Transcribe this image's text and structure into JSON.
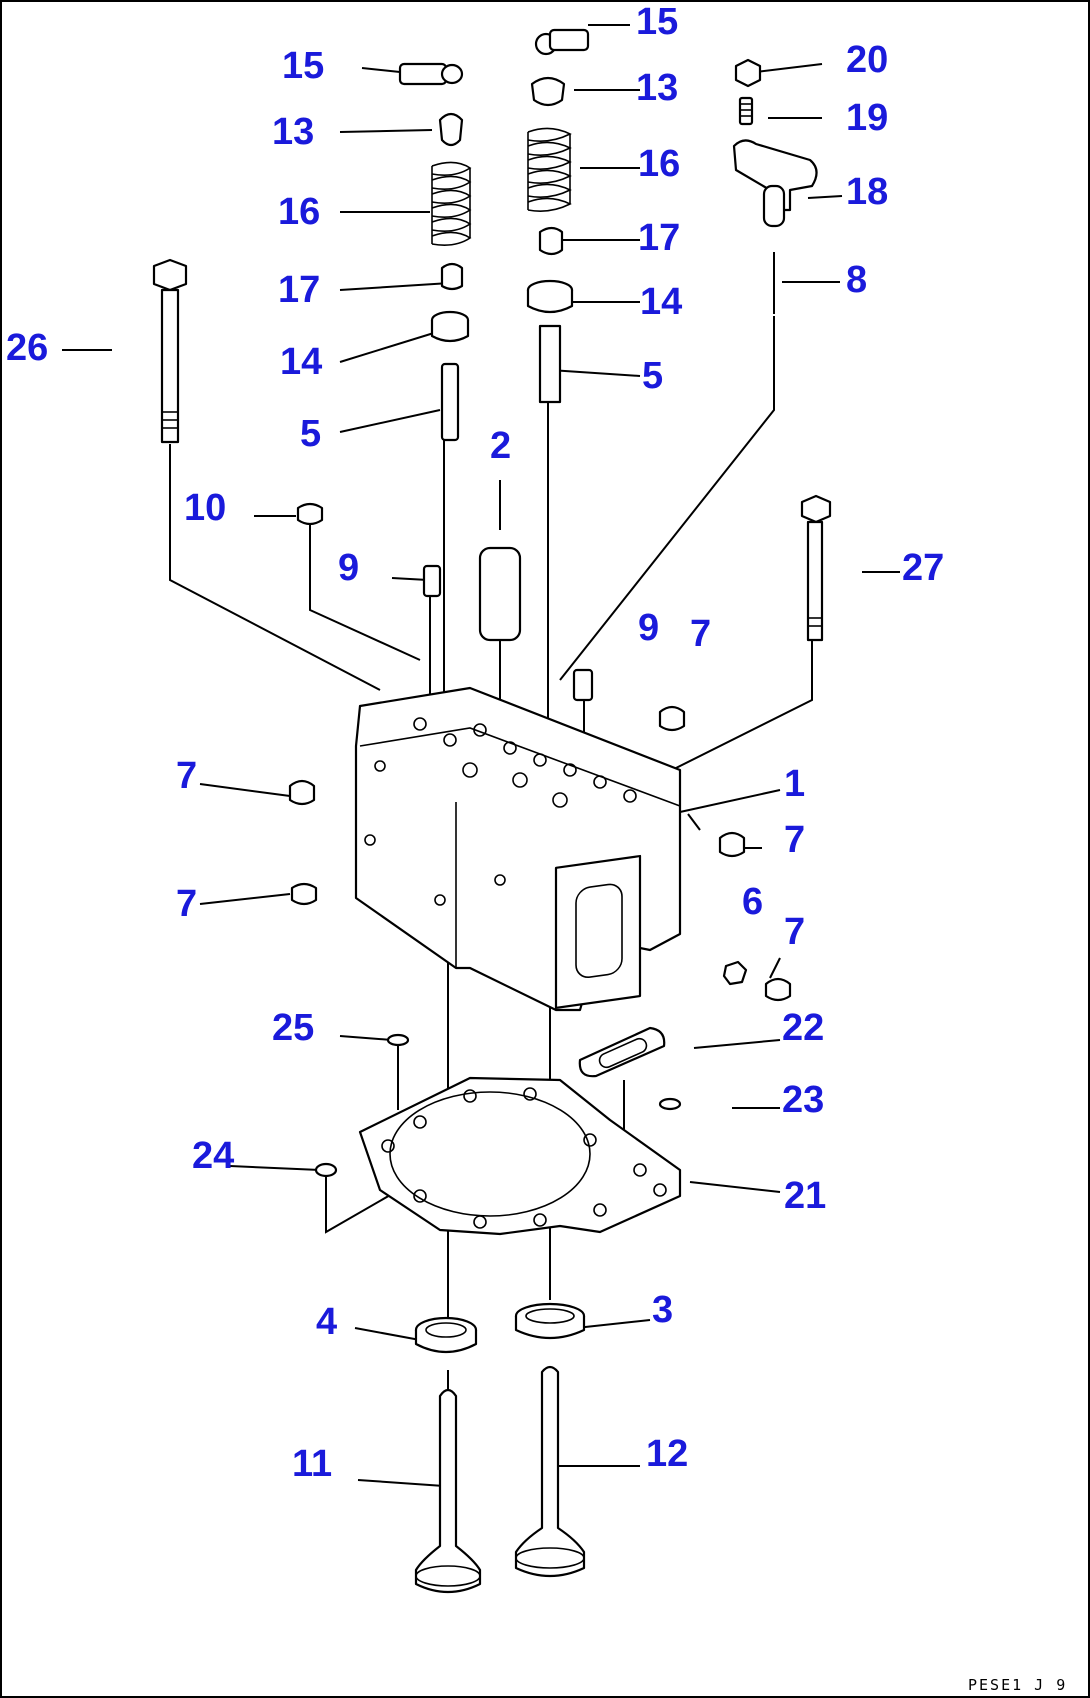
{
  "diagram": {
    "title": "",
    "drawing_code": "PESE1 J 9",
    "callouts": [
      {
        "id": "c15a",
        "label": "15"
      },
      {
        "id": "c15b",
        "label": "15"
      },
      {
        "id": "c13a",
        "label": "13"
      },
      {
        "id": "c13b",
        "label": "13"
      },
      {
        "id": "c16a",
        "label": "16"
      },
      {
        "id": "c16b",
        "label": "16"
      },
      {
        "id": "c17a",
        "label": "17"
      },
      {
        "id": "c17b",
        "label": "17"
      },
      {
        "id": "c14a",
        "label": "14"
      },
      {
        "id": "c14b",
        "label": "14"
      },
      {
        "id": "c5a",
        "label": "5"
      },
      {
        "id": "c5b",
        "label": "5"
      },
      {
        "id": "c20",
        "label": "20"
      },
      {
        "id": "c19",
        "label": "19"
      },
      {
        "id": "c18",
        "label": "18"
      },
      {
        "id": "c8",
        "label": "8"
      },
      {
        "id": "c26",
        "label": "26"
      },
      {
        "id": "c2",
        "label": "2"
      },
      {
        "id": "c10",
        "label": "10"
      },
      {
        "id": "c9a",
        "label": "9"
      },
      {
        "id": "c9b",
        "label": "9"
      },
      {
        "id": "c27",
        "label": "27"
      },
      {
        "id": "c7a",
        "label": "7"
      },
      {
        "id": "c7b",
        "label": "7"
      },
      {
        "id": "c7c",
        "label": "7"
      },
      {
        "id": "c7d",
        "label": "7"
      },
      {
        "id": "c7e",
        "label": "7"
      },
      {
        "id": "c1",
        "label": "1"
      },
      {
        "id": "c6",
        "label": "6"
      },
      {
        "id": "c25",
        "label": "25"
      },
      {
        "id": "c22",
        "label": "22"
      },
      {
        "id": "c23",
        "label": "23"
      },
      {
        "id": "c24",
        "label": "24"
      },
      {
        "id": "c21",
        "label": "21"
      },
      {
        "id": "c4",
        "label": "4"
      },
      {
        "id": "c3",
        "label": "3"
      },
      {
        "id": "c11",
        "label": "11"
      },
      {
        "id": "c12",
        "label": "12"
      }
    ]
  }
}
